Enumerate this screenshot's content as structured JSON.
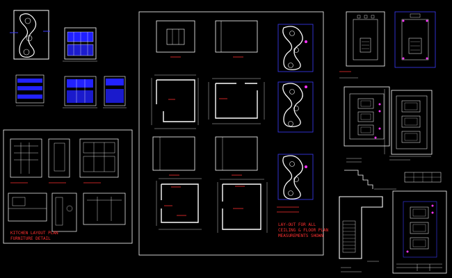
{
  "drawing": {
    "background": "#000000",
    "line_color": "#ffffff",
    "dim_color": "#e0e0e0",
    "accent_blue": "#3b3bff",
    "accent_magenta": "#ff33ff",
    "accent_red": "#ff3030"
  },
  "notes": {
    "kitchen_title_line1": "KITCHEN LAYOUT PLAN",
    "kitchen_title_line2": "FURNITURE DETAIL",
    "center_note_line1": "LAY-OUT FOR ALL",
    "center_note_line2": "CEILING & FLOOR PLAN",
    "center_note_line3": "MEASUREMENTS SHOWN"
  }
}
